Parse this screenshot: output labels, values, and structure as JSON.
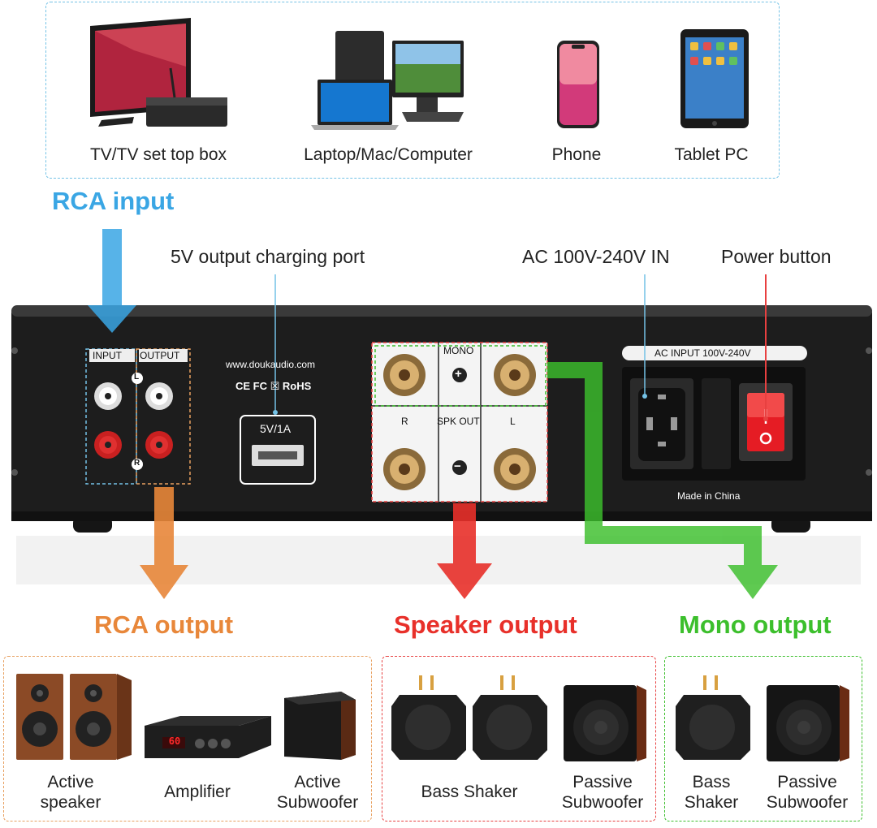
{
  "sources": {
    "items": [
      {
        "label": "TV/TV set top box",
        "icon": "tv-icon"
      },
      {
        "label": "Laptop/Mac/Computer",
        "icon": "computer-icon"
      },
      {
        "label": "Phone",
        "icon": "phone-icon"
      },
      {
        "label": "Tablet PC",
        "icon": "tablet-icon"
      }
    ]
  },
  "callouts": {
    "rca_input": "RCA input",
    "charging_port": "5V output charging port",
    "ac_in": "AC 100V-240V IN",
    "power_button": "Power button"
  },
  "panel": {
    "input": "INPUT",
    "output": "OUTPUT",
    "website": "www.doukaudio.com",
    "certs": "CE FC ☒ RoHS",
    "usb_rating": "5V/1A",
    "mono": "MONO",
    "plus": "+",
    "minus": "−",
    "right": "R",
    "spk_out": "SPK OUT",
    "left": "L",
    "ac_input": "AC INPUT 100V-240V",
    "made_in": "Made in China",
    "ch_l": "L",
    "ch_r": "R"
  },
  "outputs": {
    "rca": {
      "title": "RCA output",
      "color": "#e8873a",
      "items": [
        "Active\nspeaker",
        "Amplifier",
        "Active\nSubwoofer"
      ]
    },
    "speaker": {
      "title": "Speaker output",
      "color": "#e8302a",
      "items": [
        "Bass Shaker",
        "Passive\nSubwoofer"
      ]
    },
    "mono": {
      "title": "Mono output",
      "color": "#3cbf2c",
      "items": [
        "Bass\nShaker",
        "Passive\nSubwoofer"
      ]
    }
  },
  "colors": {
    "rca_input": "#3aa6e4",
    "panel": "#1b1b1b"
  },
  "amp_display": "60"
}
